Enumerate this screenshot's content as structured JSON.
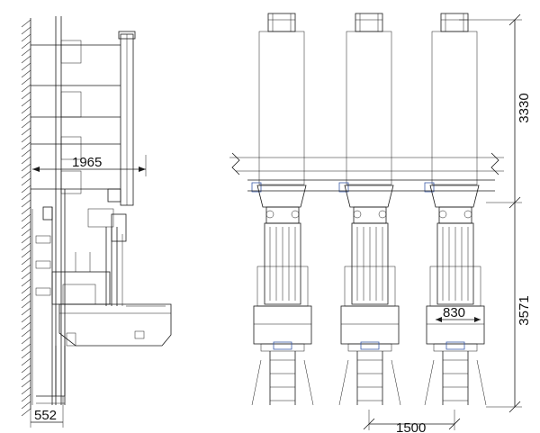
{
  "drawing": {
    "dimensions": {
      "side_height": "1965",
      "side_bottom": "552",
      "upper_height": "3330",
      "lower_height": "3571",
      "unit_width": "830",
      "bottom_spacing": "1500"
    },
    "colors": {
      "line": "#1a1a1a",
      "accent": "#3b5ba8",
      "background": "#ffffff"
    }
  }
}
